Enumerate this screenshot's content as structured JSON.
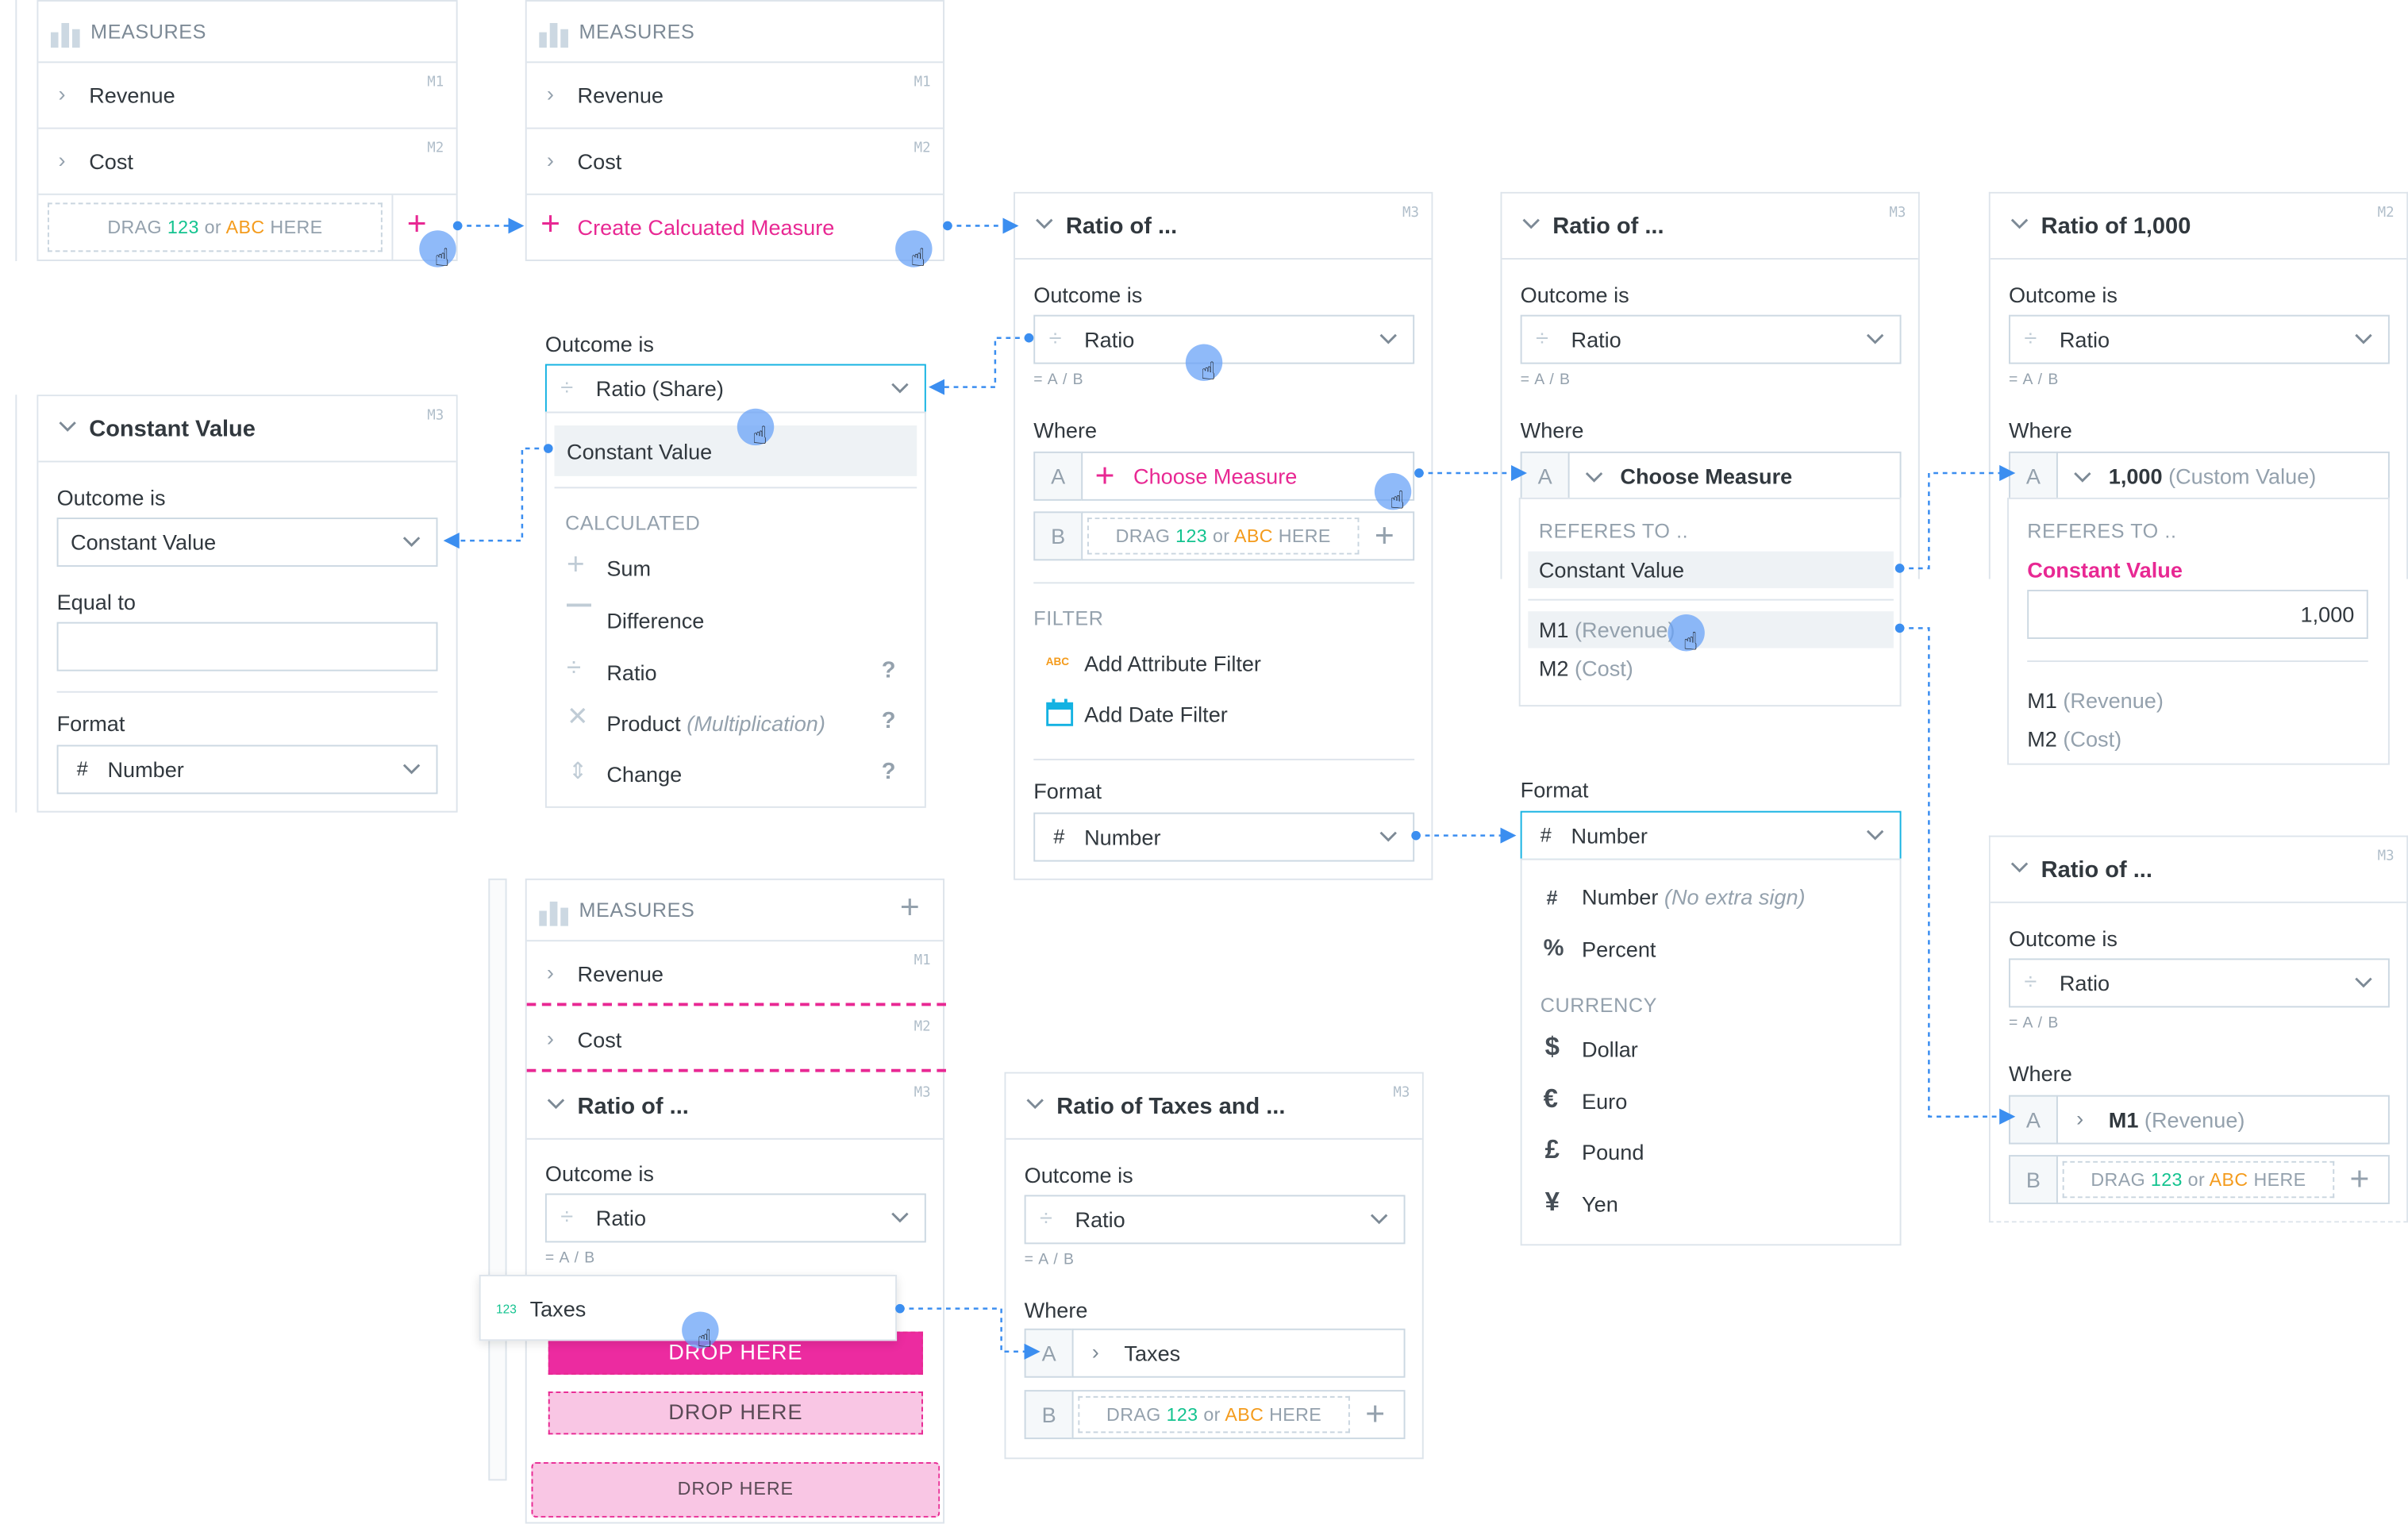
{
  "measures_panel": {
    "header": "MEASURES",
    "items": [
      {
        "label": "Revenue",
        "tag": "M1"
      },
      {
        "label": "Cost",
        "tag": "M2"
      }
    ],
    "drag_prefix": "DRAG",
    "drag_num": "123",
    "drag_or": "or",
    "drag_abc": "ABC",
    "drag_suffix": "HERE"
  },
  "create_panel": {
    "header": "MEASURES",
    "items": [
      {
        "label": "Revenue",
        "tag": "M1"
      },
      {
        "label": "Cost",
        "tag": "M2"
      }
    ],
    "create_label": "Create Calcuated Measure"
  },
  "dropdown_outcome": {
    "label": "Outcome is",
    "selected": "Ratio (Share)",
    "highlight": "Constant Value",
    "section": "CALCULATED",
    "options": [
      {
        "label": "Sum",
        "hint": ""
      },
      {
        "label": "Difference",
        "hint": ""
      },
      {
        "label": "Ratio",
        "hint": "?"
      },
      {
        "label": "Product",
        "extra": "(Multiplication)",
        "hint": "?"
      },
      {
        "label": "Change",
        "hint": "?"
      }
    ]
  },
  "constant_panel": {
    "title": "Constant Value",
    "tag": "M3",
    "outcome_label": "Outcome is",
    "outcome_value": "Constant Value",
    "equal_label": "Equal to",
    "format_label": "Format",
    "format_value": "Number"
  },
  "ratio_panel_1": {
    "title": "Ratio of ...",
    "tag": "M3",
    "outcome_label": "Outcome is",
    "outcome_value": "Ratio",
    "formula": "= A / B",
    "where_label": "Where",
    "a": "A",
    "b": "B",
    "choose": "Choose Measure",
    "filter_label": "FILTER",
    "attr_filter": "Add Attribute Filter",
    "date_filter": "Add Date Filter",
    "format_label": "Format",
    "format_value": "Number",
    "abc_badge": "ABC"
  },
  "ratio_panel_2": {
    "title": "Ratio of ...",
    "tag": "M3",
    "outcome_label": "Outcome is",
    "outcome_value": "Ratio",
    "formula": "= A / B",
    "where_label": "Where",
    "a": "A",
    "choose": "Choose Measure",
    "refers_label": "REFERES TO ..",
    "constant": "Constant Value",
    "m1": "M1",
    "m1_name": "(Revenue)",
    "m2": "M2",
    "m2_name": "(Cost)"
  },
  "format_dropdown": {
    "label": "Format",
    "selected": "Number",
    "opt_number": "Number",
    "opt_number_hint": "(No extra sign)",
    "opt_percent": "Percent",
    "section": "CURRENCY",
    "currencies": [
      {
        "sym": "$",
        "label": "Dollar"
      },
      {
        "sym": "€",
        "label": "Euro"
      },
      {
        "sym": "£",
        "label": "Pound"
      },
      {
        "sym": "¥",
        "label": "Yen"
      }
    ],
    "hash": "#",
    "pct": "%"
  },
  "ratio_panel_3": {
    "title": "Ratio of 1,000",
    "tag": "M2",
    "outcome_label": "Outcome is",
    "outcome_value": "Ratio",
    "formula": "= A / B",
    "where_label": "Where",
    "a": "A",
    "value": "1,000",
    "value_hint": "(Custom Value)",
    "refers_label": "REFERES TO ..",
    "constant": "Constant Value",
    "input_value": "1,000",
    "m1": "M1",
    "m1_name": "(Revenue)",
    "m2": "M2",
    "m2_name": "(Cost)"
  },
  "ratio_panel_4": {
    "title": "Ratio of ...",
    "tag": "M3",
    "outcome_label": "Outcome is",
    "outcome_value": "Ratio",
    "formula": "= A / B",
    "where_label": "Where",
    "a": "A",
    "b": "B",
    "a_value": "M1",
    "a_hint": "(Revenue)"
  },
  "drag_panel": {
    "header": "MEASURES",
    "items": [
      {
        "label": "Revenue",
        "tag": "M1"
      },
      {
        "label": "Cost",
        "tag": "M2"
      }
    ],
    "ratio_title": "Ratio of ...",
    "ratio_tag": "M3",
    "outcome_label": "Outcome is",
    "outcome_value": "Ratio",
    "formula": "= A / B",
    "drag_item": "Taxes",
    "drag_badge": "123",
    "drop1": "DROP HERE",
    "drop2": "DROP HERE",
    "drop3": "DROP HERE"
  },
  "taxes_panel": {
    "title": "Ratio of Taxes and ...",
    "tag": "M3",
    "outcome_label": "Outcome is",
    "outcome_value": "Ratio",
    "formula": "= A / B",
    "where_label": "Where",
    "a": "A",
    "b": "B",
    "a_value": "Taxes"
  },
  "colors": {
    "accent_pink": "#e82893",
    "link_blue": "#14b2e2",
    "connector": "#3b8ef0"
  }
}
